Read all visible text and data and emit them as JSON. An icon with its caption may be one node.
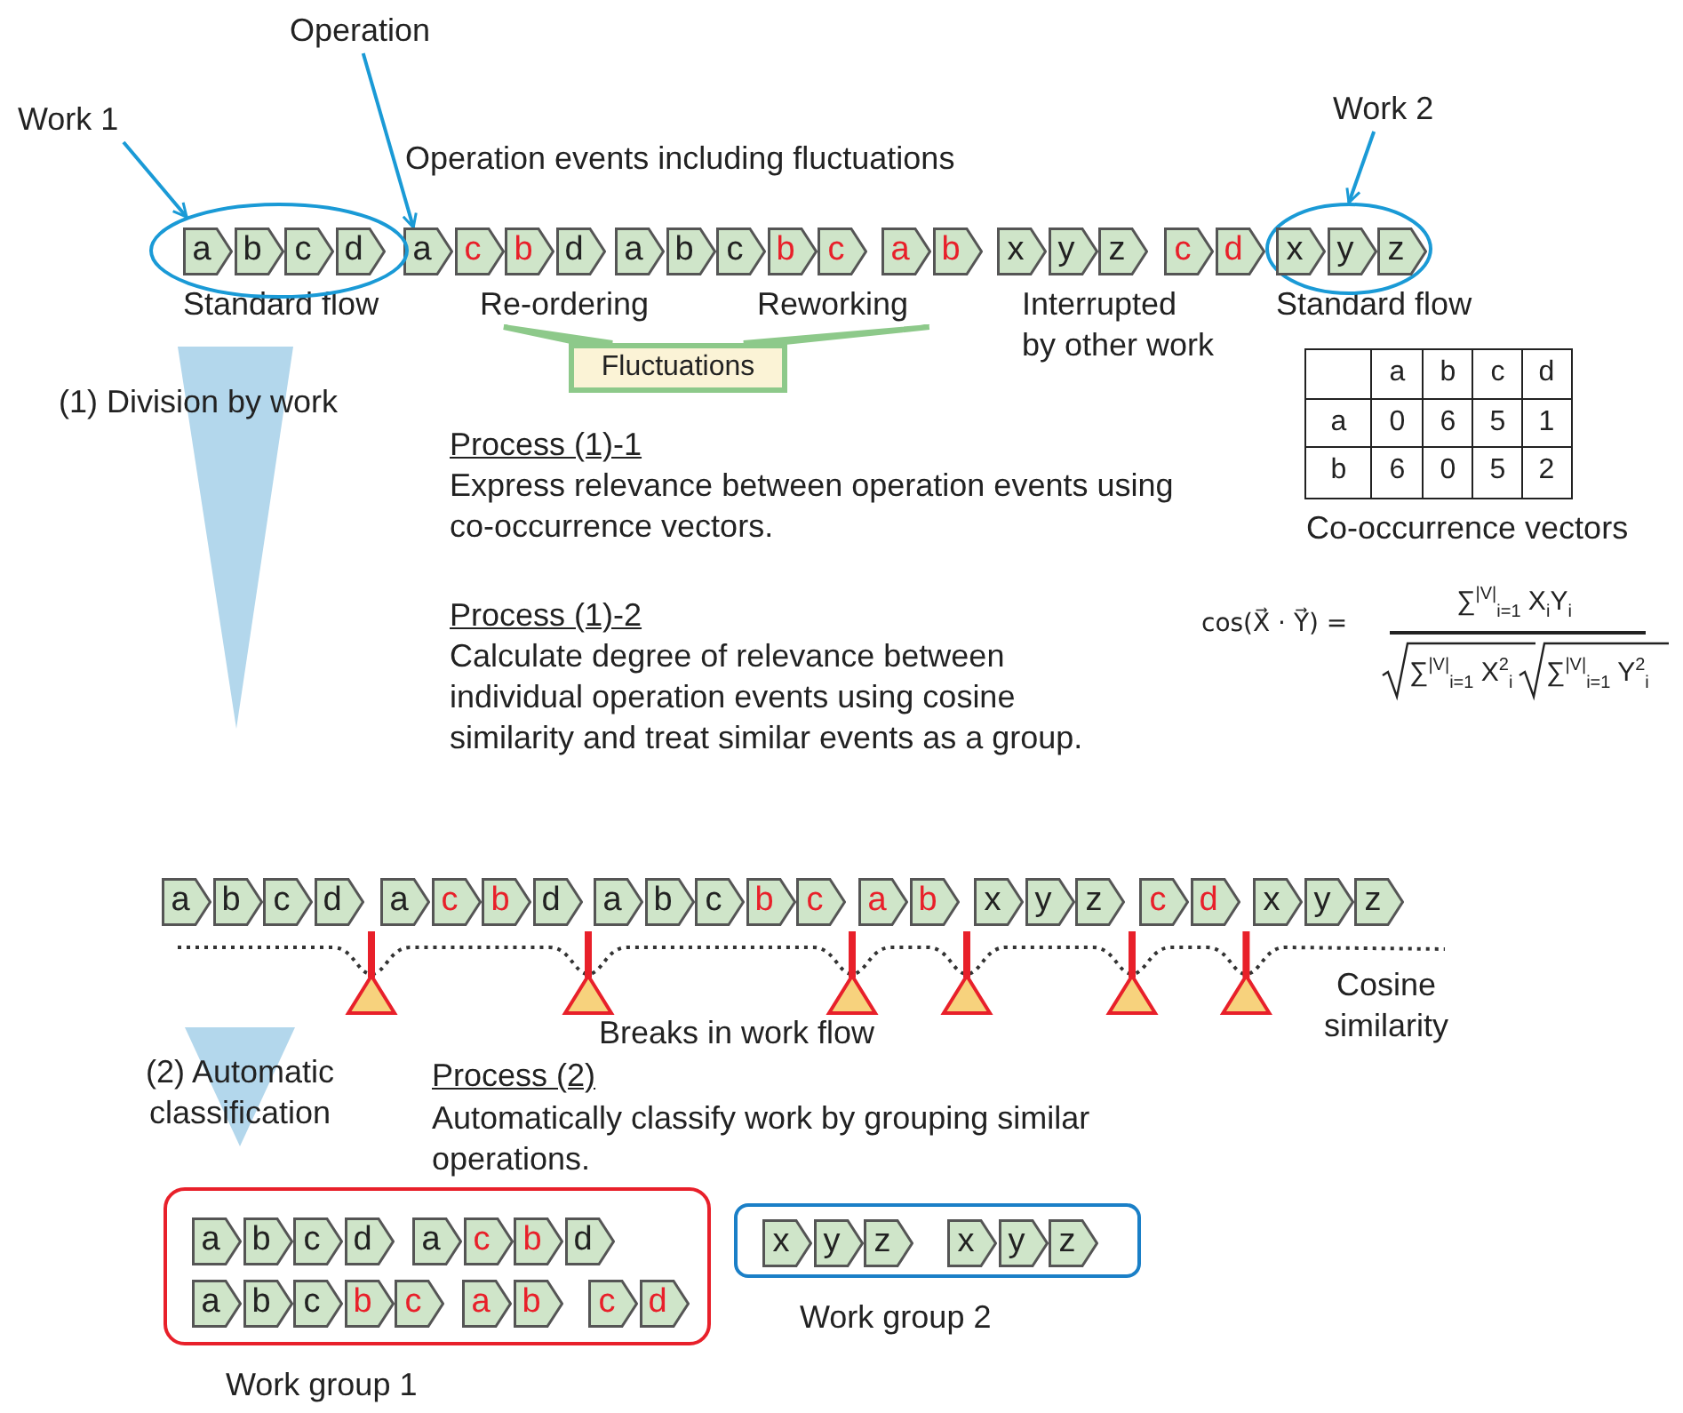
{
  "diagram": {
    "nodes": [
      {
        "text": [
          "Work 1"
        ]
      },
      {
        "text": [
          "Operation"
        ]
      },
      {
        "text": [
          "Work 2"
        ]
      },
      {
        "text": [],
        "shape": "ellipse"
      },
      {
        "text": [],
        "shape": "ellipse"
      },
      {
        "text": [
          "Re-ordering"
        ]
      },
      {
        "text": [
          "Reworking"
        ]
      },
      {
        "text": [
          "Fluctuations"
        ]
      },
      {
        "text": [
          "a"
        ],
        "in": 3
      },
      {
        "text": [
          "b"
        ],
        "in": 3
      },
      {
        "text": [
          "c"
        ],
        "in": 3
      },
      {
        "text": [
          "d"
        ],
        "in": 3
      },
      {
        "text": [
          "a"
        ]
      },
      {
        "text": [
          "c"
        ]
      },
      {
        "text": [
          "b"
        ]
      },
      {
        "text": [
          "d"
        ]
      },
      {
        "text": [
          "a"
        ]
      },
      {
        "text": [
          "b"
        ]
      },
      {
        "text": [
          "c"
        ]
      },
      {
        "text": [
          "b"
        ]
      },
      {
        "text": [
          "c"
        ]
      },
      {
        "text": [
          "a"
        ]
      },
      {
        "text": [
          "b"
        ]
      },
      {
        "text": [
          "x"
        ]
      },
      {
        "text": [
          "y"
        ]
      },
      {
        "text": [
          "z"
        ]
      },
      {
        "text": [
          "c"
        ]
      },
      {
        "text": [
          "d"
        ]
      },
      {
        "text": [
          "x"
        ],
        "in": 4
      },
      {
        "text": [
          "y"
        ],
        "in": 4
      },
      {
        "text": [
          "z"
        ],
        "in": 4
      },
      {
        "text": [
          "a"
        ]
      },
      {
        "text": [
          "b"
        ]
      },
      {
        "text": [
          "c"
        ]
      },
      {
        "text": [
          "d"
        ]
      },
      {
        "text": [
          "a"
        ]
      },
      {
        "text": [
          "c"
        ]
      },
      {
        "text": [
          "b"
        ]
      },
      {
        "text": [
          "d"
        ]
      },
      {
        "text": [
          "a"
        ]
      },
      {
        "text": [
          "b"
        ]
      },
      {
        "text": [
          "c"
        ]
      },
      {
        "text": [
          "b"
        ]
      },
      {
        "text": [
          "c"
        ]
      },
      {
        "text": [
          "a"
        ]
      },
      {
        "text": [
          "b"
        ]
      },
      {
        "text": [
          "x"
        ]
      },
      {
        "text": [
          "y"
        ]
      },
      {
        "text": [
          "z"
        ]
      },
      {
        "text": [
          "c"
        ]
      },
      {
        "text": [
          "d"
        ]
      },
      {
        "text": [
          "x"
        ]
      },
      {
        "text": [
          "y"
        ]
      },
      {
        "text": [
          "z"
        ]
      },
      {
        "text": [
          "Work group 1"
        ]
      },
      {
        "text": [
          "a"
        ],
        "in": 54
      },
      {
        "text": [
          "b"
        ],
        "in": 54
      },
      {
        "text": [
          "c"
        ],
        "in": 54
      },
      {
        "text": [
          "d"
        ],
        "in": 54
      },
      {
        "text": [
          "a"
        ],
        "in": 54
      },
      {
        "text": [
          "c"
        ],
        "in": 54
      },
      {
        "text": [
          "b"
        ],
        "in": 54
      },
      {
        "text": [
          "d"
        ],
        "in": 54
      },
      {
        "text": [
          "a"
        ],
        "in": 54
      },
      {
        "text": [
          "b"
        ],
        "in": 54
      },
      {
        "text": [
          "c"
        ],
        "in": 54
      },
      {
        "text": [
          "b"
        ],
        "in": 54
      },
      {
        "text": [
          "c"
        ],
        "in": 54
      },
      {
        "text": [
          "a"
        ],
        "in": 54
      },
      {
        "text": [
          "b"
        ],
        "in": 54
      },
      {
        "text": [
          "c"
        ],
        "in": 54
      },
      {
        "text": [
          "d"
        ],
        "in": 54
      },
      {
        "text": [
          "Work group 2"
        ]
      },
      {
        "text": [
          "x"
        ],
        "in": 72
      },
      {
        "text": [
          "y"
        ],
        "in": 72
      },
      {
        "text": [
          "z"
        ],
        "in": 72
      },
      {
        "text": [
          "x"
        ],
        "in": 72
      },
      {
        "text": [
          "y"
        ],
        "in": 72
      },
      {
        "text": [
          "z"
        ],
        "in": 72
      }
    ],
    "edges": [
      {
        "from": 0,
        "to": 3,
        "arrow": "to"
      },
      {
        "from": 1,
        "to": 12,
        "arrow": "to"
      },
      {
        "from": 2,
        "to": 4,
        "arrow": "to"
      },
      {
        "from": 7,
        "to": 5,
        "arrow": "none",
        "style": "thick",
        "color": "#8dc98a"
      },
      {
        "from": 7,
        "to": 6,
        "arrow": "none",
        "style": "thick",
        "color": "#8dc98a"
      }
    ],
    "labels": [
      "Operation events including fluctuations",
      "Standard flow",
      "Interrupted by other work",
      "Standard flow",
      "(1) Division by work",
      "a",
      "b",
      "c",
      "d",
      "a",
      "0",
      "6",
      "5",
      "1",
      "b",
      "6",
      "0",
      "5",
      "2",
      "Co-occurrence vectors",
      "Process (1)-1",
      "Express relevance between operation events using co-occurrence vectors.",
      "Process (1)-2",
      "Calculate degree of relevance between individual operation events using cosine similarity and treat similar events as a group.",
      "cos(X⃗ · Y⃗) =",
      "∑$^{|V|}$$_{i=1}$ X$_{i}$Y$_{i}$",
      "∑$^{|V|}$$_{i=1}$ X$^{2}$$_{i}$",
      "∑$^{|V|}$$_{i=1}$ Y$^{2}$$_{i}$",
      "Breaks in work flow",
      "Cosine similarity",
      "(2) Automatic classification",
      "Process (2)",
      "Automatically classify work by grouping similar operations."
    ]
  }
}
